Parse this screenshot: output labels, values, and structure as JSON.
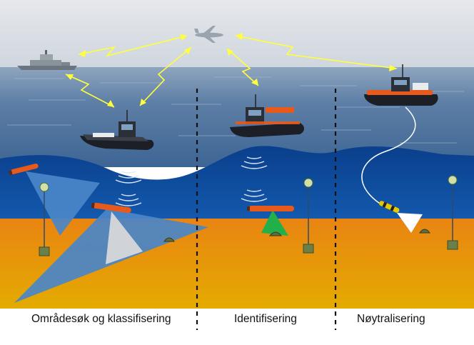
{
  "phases": [
    {
      "label": "Områdesøk og  klassifisering"
    },
    {
      "label": "Identifisering"
    },
    {
      "label": "Nøytralisering"
    }
  ],
  "colors": {
    "sky": "#dfe3e8",
    "sea_surface": "#5a7fa8",
    "deep_water": "#0f4e9e",
    "seabed_top": "#e98a12",
    "seabed_bottom": "#e6a800",
    "sonar_blue": "#4a86c8",
    "sonar_grey": "#d0d4d8",
    "sonar_green": "#22b04a",
    "comm_link": "#ffff3c",
    "vehicle_orange": "#e8591c",
    "divider": "#111111"
  },
  "icons": [
    "frigate-icon",
    "maritime-patrol-aircraft-icon",
    "unmanned-surface-vessel-icon",
    "autonomous-underwater-vehicle-icon",
    "neutralizer-rov-icon",
    "moored-mine-icon",
    "bottom-mine-icon",
    "sonar-wave-icon",
    "communication-link-icon"
  ]
}
